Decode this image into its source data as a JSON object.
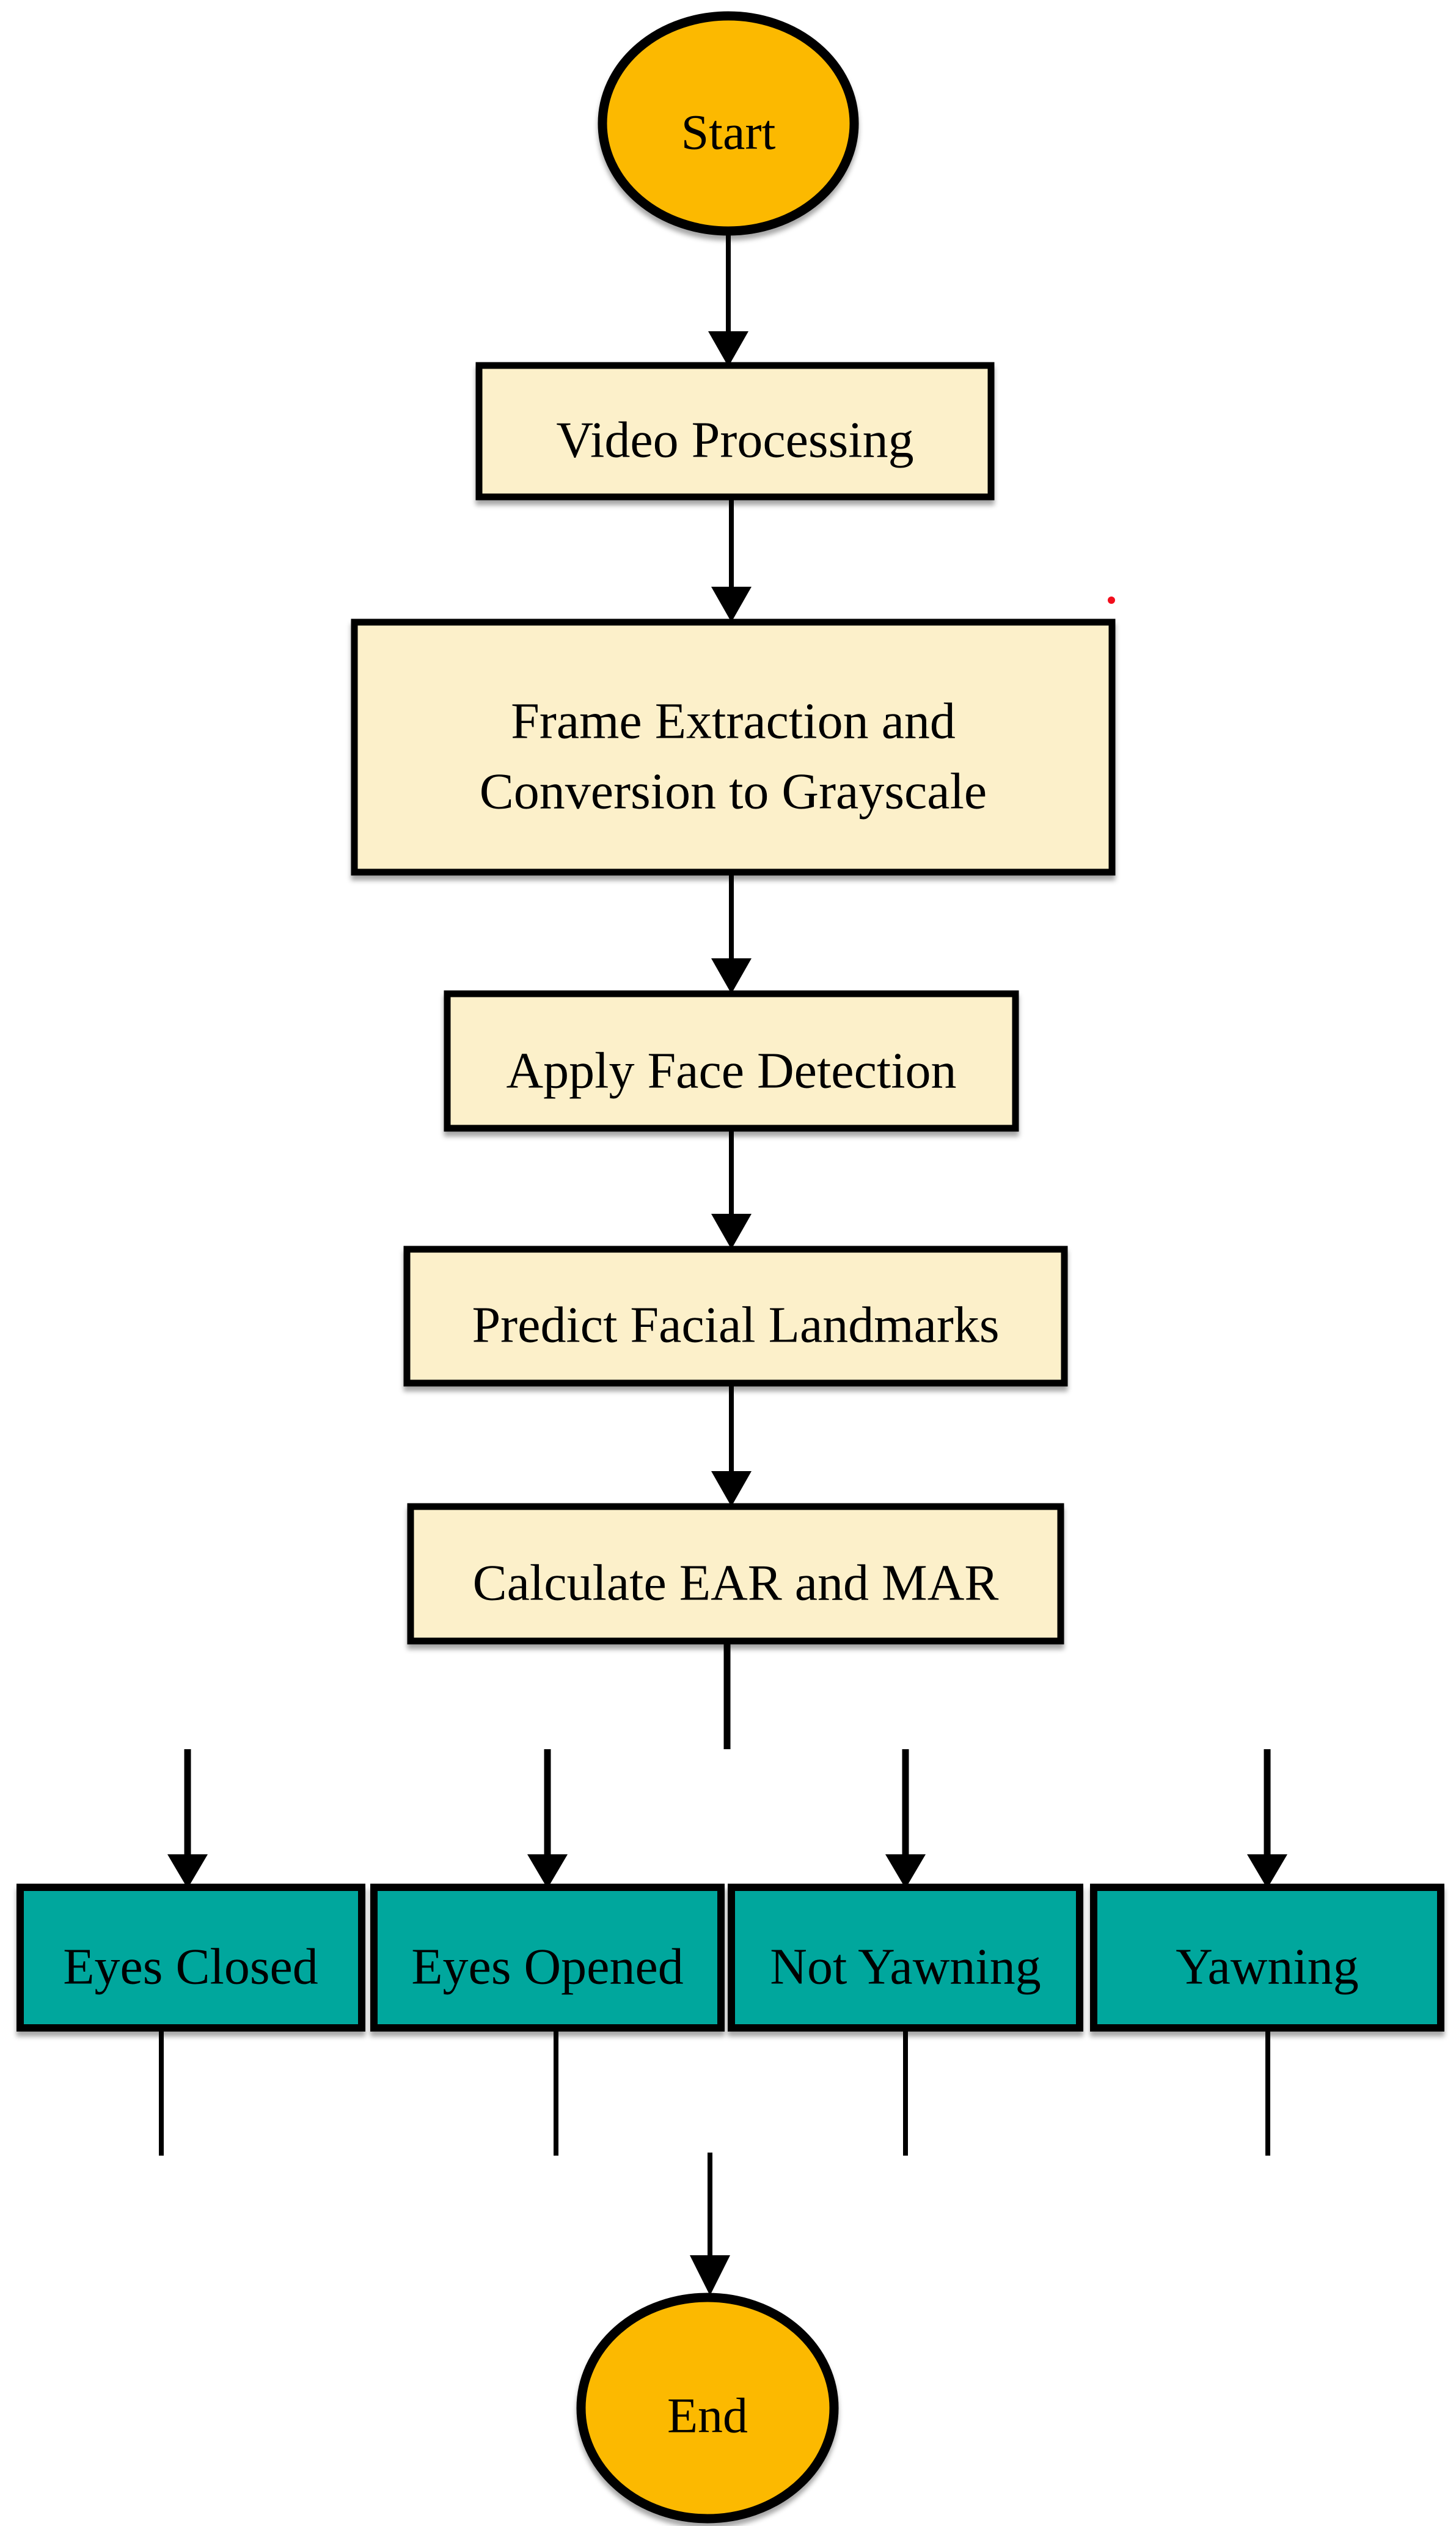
{
  "diagram_type": "flowchart",
  "nodes": {
    "start": {
      "label": "Start",
      "shape": "ellipse",
      "fill": "#FCB900"
    },
    "video_processing": {
      "label": "Video Processing",
      "shape": "process",
      "fill": "#FCF0CA"
    },
    "frame_extraction": {
      "label_lines": [
        "Frame Extraction and",
        "Conversion to Grayscale"
      ],
      "shape": "process",
      "fill": "#FCF0CA"
    },
    "apply_face_detection": {
      "label": "Apply Face Detection",
      "shape": "process",
      "fill": "#FCF0CA"
    },
    "predict_facial_landmarks": {
      "label": "Predict Facial Landmarks",
      "shape": "process",
      "fill": "#FCF0CA"
    },
    "calculate_ear_mar": {
      "label": "Calculate EAR and MAR",
      "shape": "process",
      "fill": "#FCF0CA"
    },
    "eyes_closed": {
      "label": "Eyes Closed",
      "shape": "result",
      "fill": "#00A79D"
    },
    "eyes_opened": {
      "label": "Eyes Opened",
      "shape": "result",
      "fill": "#00A79D"
    },
    "not_yawning": {
      "label": "Not Yawning",
      "shape": "result",
      "fill": "#00A79D"
    },
    "yawning": {
      "label": "Yawning",
      "shape": "result",
      "fill": "#00A79D"
    },
    "end": {
      "label": "End",
      "shape": "ellipse",
      "fill": "#FCB900"
    }
  },
  "edges": [
    {
      "from": "start",
      "to": "video_processing"
    },
    {
      "from": "video_processing",
      "to": "frame_extraction"
    },
    {
      "from": "frame_extraction",
      "to": "apply_face_detection"
    },
    {
      "from": "apply_face_detection",
      "to": "predict_facial_landmarks"
    },
    {
      "from": "predict_facial_landmarks",
      "to": "calculate_ear_mar"
    },
    {
      "from": "calculate_ear_mar",
      "to": "eyes_closed"
    },
    {
      "from": "calculate_ear_mar",
      "to": "eyes_opened"
    },
    {
      "from": "calculate_ear_mar",
      "to": "not_yawning"
    },
    {
      "from": "calculate_ear_mar",
      "to": "yawning"
    },
    {
      "from": "eyes_closed",
      "to": "end"
    },
    {
      "from": "eyes_opened",
      "to": "end"
    },
    {
      "from": "not_yawning",
      "to": "end"
    },
    {
      "from": "yawning",
      "to": "end"
    }
  ],
  "colors": {
    "terminal_fill": "#FCB900",
    "process_fill": "#FCF0CA",
    "result_fill": "#00A79D",
    "line": "#000000",
    "stray_dot": "#F20D1C",
    "background": "#FFFFFF"
  }
}
